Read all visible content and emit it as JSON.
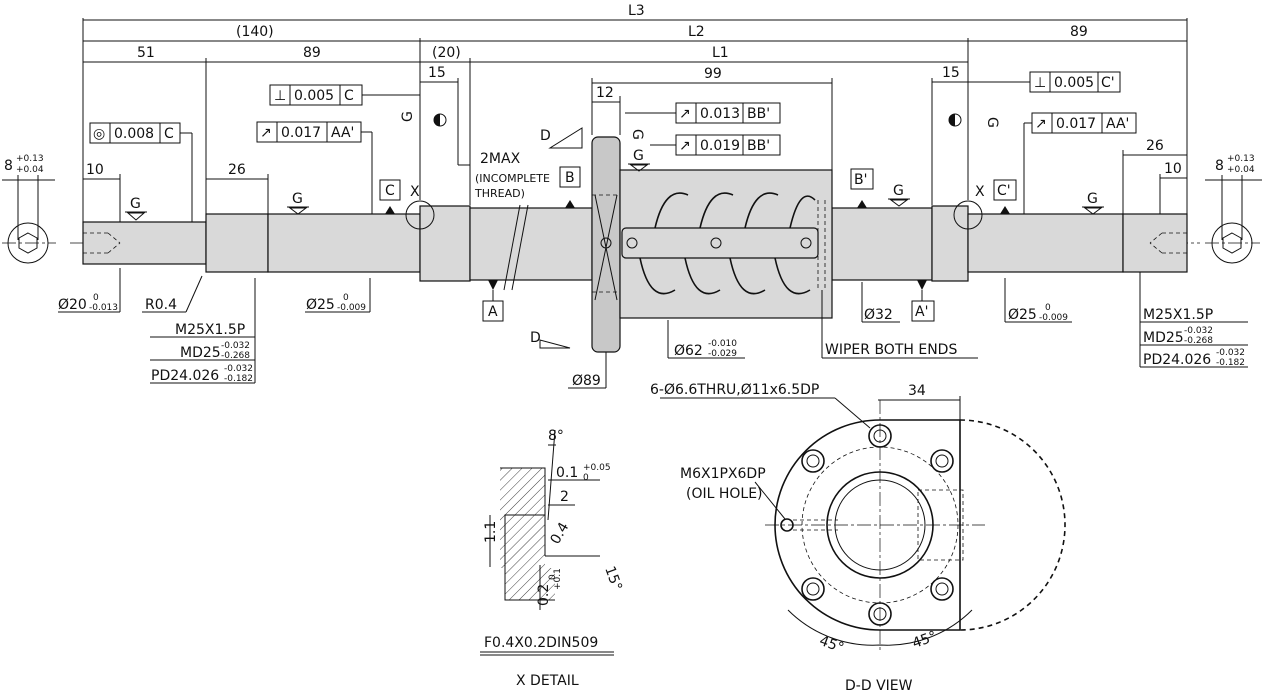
{
  "dims": {
    "L3": "L3",
    "L2": "L2",
    "L1": "L1",
    "d140": "(140)",
    "d51": "51",
    "d89a": "89",
    "d89b": "89",
    "d20": "(20)",
    "d99": "99",
    "d15a": "15",
    "d15b": "15",
    "d12": "12",
    "d26a": "26",
    "d26b": "26",
    "d10a": "10",
    "d10b": "10",
    "d34": "34",
    "max2": "2MAX",
    "incomplete1": "(INCOMPLETE",
    "incomplete2": "THREAD)",
    "r04": "R0.4"
  },
  "fits": {
    "end8": "8",
    "end8_up": "+0.13",
    "end8_lo": "+0.04",
    "d20": "Ø20",
    "d20_up": "0",
    "d20_lo": "-0.013",
    "d25a": "Ø25",
    "d25a_up": "0",
    "d25a_lo": "-0.009",
    "d25b": "Ø25",
    "d25b_up": "0",
    "d25b_lo": "-0.009",
    "d62": "Ø62",
    "d62_up": "-0.010",
    "d62_lo": "-0.029",
    "d32": "Ø32",
    "d89": "Ø89",
    "thread_left": "M25X1.5P",
    "md_left": "MD25",
    "md_up": "-0.032",
    "md_lo": "-0.268",
    "pd_left": "PD24.026",
    "pd_up": "-0.032",
    "pd_lo": "-0.182",
    "thread_right": "M25X1.5P",
    "md_right": "MD25",
    "pd_right": "PD24.026"
  },
  "tolerances": {
    "perp_c": [
      "⊥",
      "0.005",
      "C"
    ],
    "perp_cp": [
      "⊥",
      "0.005",
      "C'"
    ],
    "conc_c": [
      "◎",
      "0.008",
      "C"
    ],
    "run_aa_l": [
      "↗",
      "0.017",
      "AA'"
    ],
    "run_aa_r": [
      "↗",
      "0.017",
      "AA'"
    ],
    "run_bb1": [
      "↗",
      "0.013",
      "BB'"
    ],
    "run_bb2": [
      "↗",
      "0.019",
      "BB'"
    ]
  },
  "datums": {
    "A": "A",
    "Ap": "A'",
    "B": "B",
    "Bp": "B'",
    "C": "C",
    "Cp": "C'"
  },
  "markers": {
    "G": "G",
    "X": "X",
    "D": "D"
  },
  "wiper": "WIPER BOTH ENDS",
  "ddview": {
    "holes": "6-Ø6.6THRU,Ø11x6.5DP",
    "oil1": "M6X1PX6DP",
    "oil2": "(OIL HOLE)",
    "a45": "45°",
    "title": "D-D VIEW"
  },
  "xdetail": {
    "a8": "8°",
    "d01": "0.1",
    "d01_up": "+0.05",
    "d01_lo": "0",
    "d2": "2",
    "r04": "0.4",
    "d11": "1.1",
    "a15": "15°",
    "d02": "0.2",
    "d02_up": "+0.1",
    "d02_lo": "0",
    "spec": "F0.4X0.2DIN509",
    "title": "X DETAIL"
  }
}
